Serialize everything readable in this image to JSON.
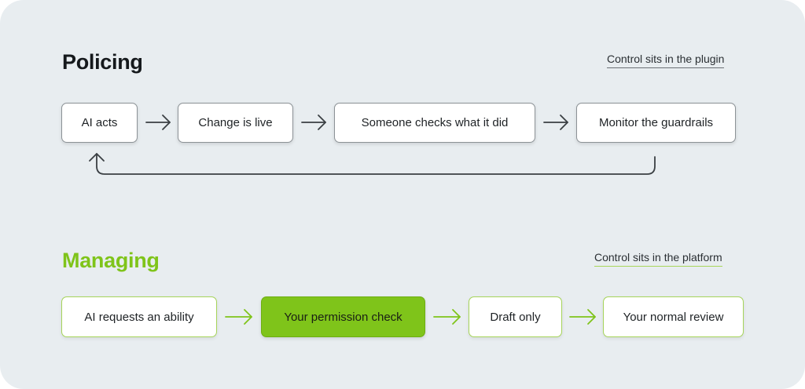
{
  "policing": {
    "title": "Policing",
    "caption": "Control sits in the plugin",
    "steps": [
      "AI acts",
      "Change is live",
      "Someone checks what it did",
      "Monitor the guardrails"
    ]
  },
  "managing": {
    "title": "Managing",
    "caption": "Control sits in the platform",
    "steps": [
      "AI requests an ability",
      "Your permission check",
      "Draft only",
      "Your normal review"
    ]
  },
  "colors": {
    "background": "#e8edf0",
    "accent_green": "#7fc41a",
    "dark_text": "#15191c",
    "dark_arrow": "#3a3f43"
  }
}
